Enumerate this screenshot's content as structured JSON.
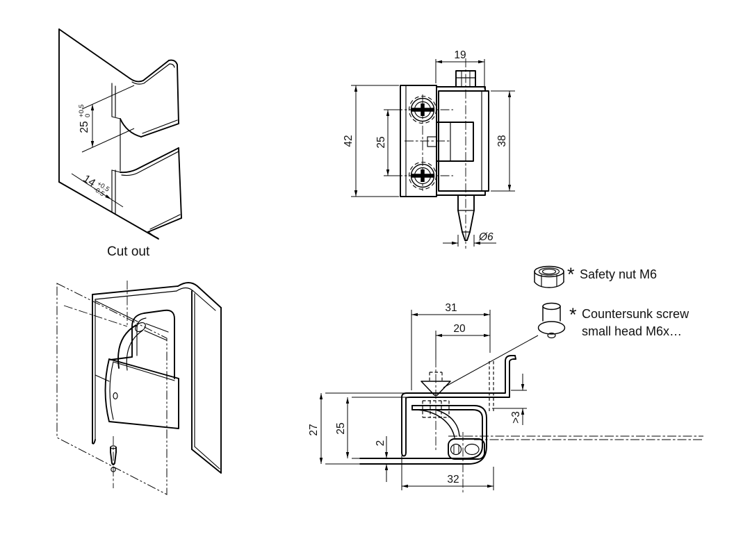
{
  "style": {
    "background": "#ffffff",
    "line_color": "#000000",
    "text_color": "#111111"
  },
  "cutout_view": {
    "caption": "Cut out",
    "height_dim": {
      "value": "25",
      "tol_upper": "+0.5",
      "tol_lower": "0"
    },
    "depth_dim": {
      "value": "14",
      "tol_upper": "+0.5",
      "tol_lower": "-0.5"
    }
  },
  "front_view": {
    "knuckle_width": "19",
    "overall_height": "42",
    "screw_spacing": "25",
    "leaf_height": "38",
    "pin_diameter": "Ø6"
  },
  "section_view": {
    "overall_width": "31",
    "screw_to_axis": "20",
    "frame_depth": "27",
    "inner_depth": "25",
    "sheet_thickness": "2",
    "overall_depth": "32",
    "min_gap": ">3"
  },
  "annotations": {
    "safety_nut": {
      "marker": "*",
      "label": "Safety nut M6"
    },
    "countersunk_screw": {
      "marker": "*",
      "label_line1": "Countersunk screw",
      "label_line2": "small head M6x…"
    }
  }
}
